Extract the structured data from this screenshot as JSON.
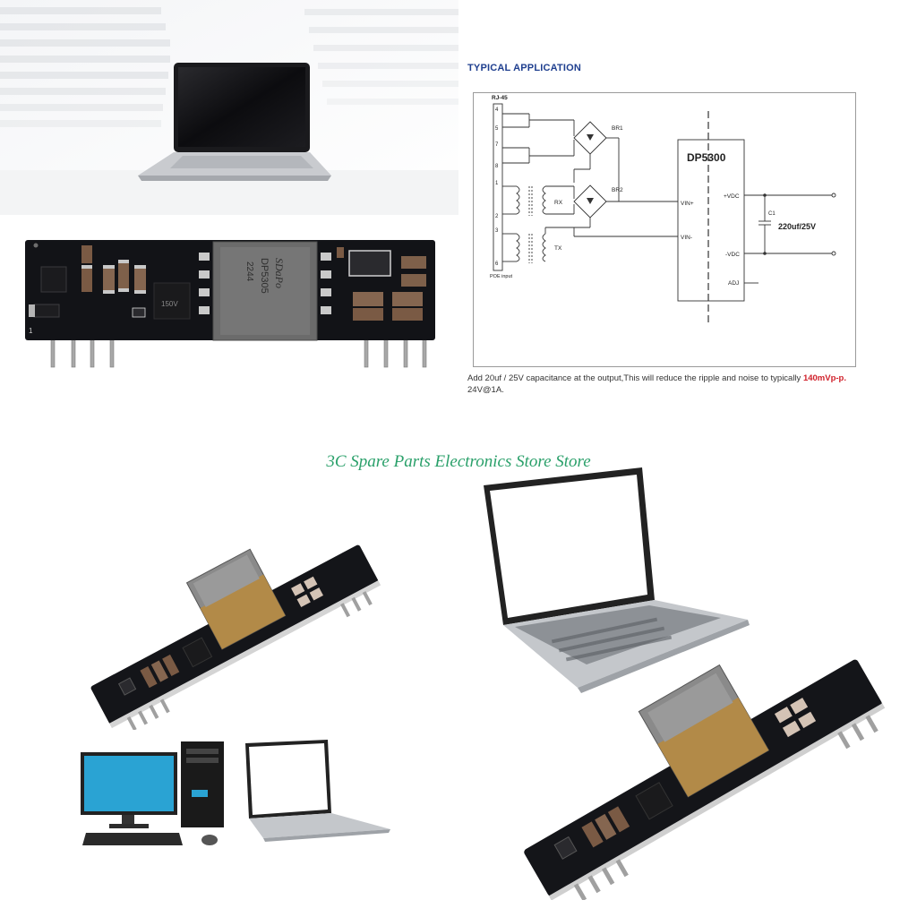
{
  "schematic": {
    "title": "TYPICAL APPLICATION",
    "connector_label": "RJ-45",
    "input_label": "POE input",
    "pins": [
      "4",
      "5",
      "7",
      "8",
      "1",
      "2",
      "3",
      "6"
    ],
    "bridge1": "BR1",
    "bridge2": "BR2",
    "rx": "RX",
    "tx": "TX",
    "chip": "DP5300",
    "vin_plus": "VIN+",
    "vin_minus": "VIN-",
    "vdc_plus": "+VDC",
    "vdc_minus": "-VDC",
    "adj": "ADJ",
    "cap_ref": "C1",
    "cap_value": "220uf/25V",
    "note_prefix": "Add 20uf / 25V capacitance at the output,This will reduce the ripple and noise to typically ",
    "note_highlight": "140mVp-p.",
    "note_line2": "24V@1A."
  },
  "module": {
    "transformer_brand": "SDaPo",
    "transformer_model": "DP5305",
    "transformer_code": "2244",
    "ic_marking": "150V",
    "pin1_label": "1"
  },
  "store_caption": "3C Spare Parts Electronics Store Store"
}
